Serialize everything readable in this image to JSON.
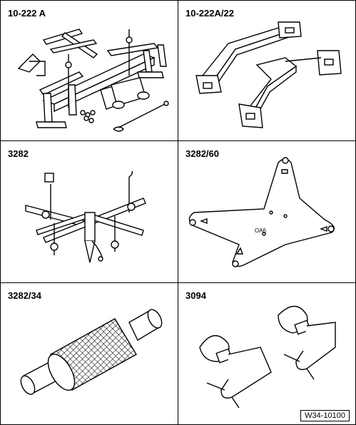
{
  "tools": [
    {
      "id": "10-222 A"
    },
    {
      "id": "10-222A/22"
    },
    {
      "id": "3282"
    },
    {
      "id": "3282/60",
      "plate_mark": "OA6"
    },
    {
      "id": "3282/34"
    },
    {
      "id": "3094"
    }
  ],
  "figure_ref": "W34-10100"
}
